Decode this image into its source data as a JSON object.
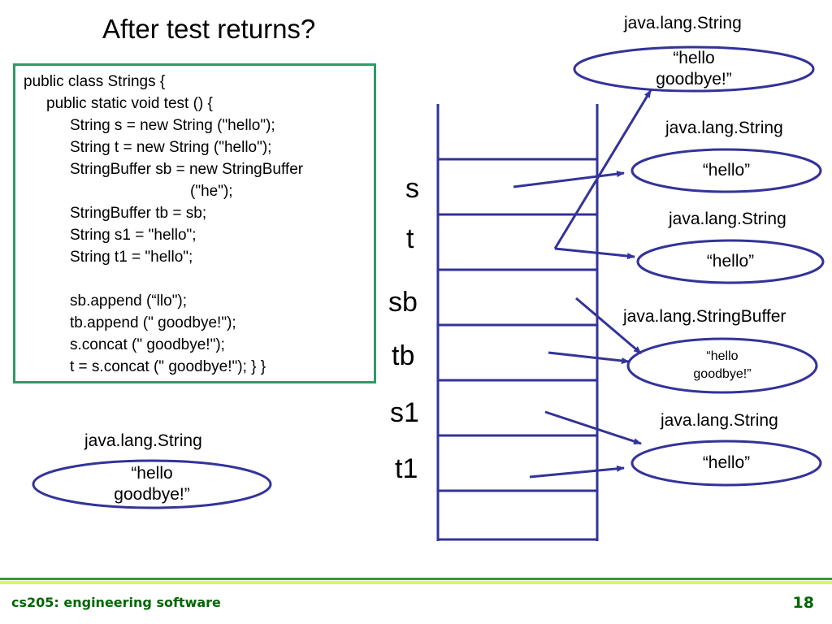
{
  "slide": {
    "title": "After test returns?"
  },
  "code": {
    "lines": [
      "public class Strings {",
      "public static void test () {",
      "String s = new String (\"hello\");",
      "String t = new String (\"hello\");",
      "StringBuffer sb = new StringBuffer",
      "(\"he\");",
      "StringBuffer tb = sb;",
      "String s1 = \"hello\";",
      "String t1 = \"hello\";",
      "",
      "sb.append (“llo\");",
      "tb.append (\" goodbye!\");",
      "s.concat (\" goodbye!\");",
      "t = s.concat (\" goodbye!\"); } }"
    ]
  },
  "stack": {
    "variables": [
      "s",
      "t",
      "sb",
      "tb",
      "s1",
      "t1"
    ]
  },
  "objects": [
    {
      "type": "java.lang.String",
      "value": "“hello\ngoodbye!”"
    },
    {
      "type": "java.lang.String",
      "value": "“hello”"
    },
    {
      "type": "java.lang.String",
      "value": "“hello”"
    },
    {
      "type": "java.lang.StringBuffer",
      "value": "“hello\ngoodbye!”"
    },
    {
      "type": "java.lang.String",
      "value": "“hello”"
    },
    {
      "type": "java.lang.String",
      "value": "“hello\ngoodbye!”"
    }
  ],
  "colors": {
    "navy": "#333399",
    "code_border": "#339966",
    "footer_text": "#006600",
    "footer_rule_dark": "#339933",
    "footer_rule_light": "#ccff66"
  },
  "footer": {
    "course": "cs205: engineering software",
    "page_number": "18"
  }
}
